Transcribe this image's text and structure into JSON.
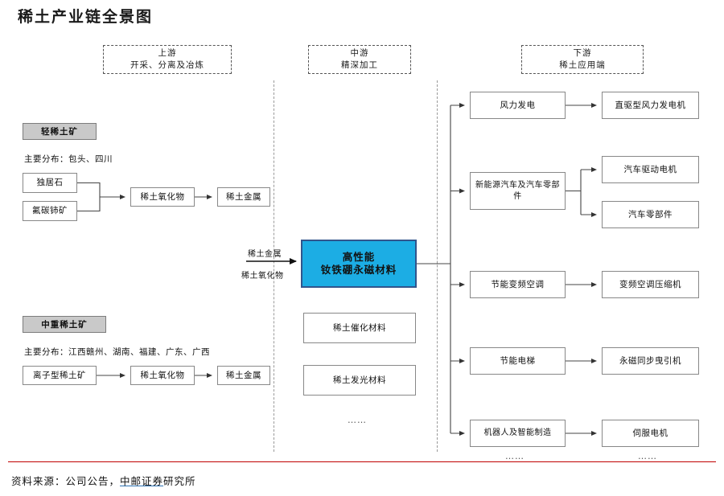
{
  "title": "稀土产业链全景图",
  "sections": [
    {
      "name": "upstream",
      "line1": "上游",
      "line2": "开采、分离及冶炼"
    },
    {
      "name": "midstream",
      "line1": "中游",
      "line2": "精深加工"
    },
    {
      "name": "downstream",
      "line1": "下游",
      "line2": "稀土应用端"
    }
  ],
  "upstream": {
    "light": {
      "badge": "轻稀土矿",
      "distribution_label": "主要分布：",
      "distribution_value": "包头、四川",
      "distribution_full": "主要分布：包头、四川",
      "ores": [
        "独居石",
        "氟碳铈矿"
      ],
      "oxide": "稀土氧化物",
      "metal": "稀土金属"
    },
    "heavy": {
      "badge": "中重稀土矿",
      "distribution_label": "主要分布：",
      "distribution_value": "江西赣州、湖南、福建、广东、广西",
      "distribution_full": "主要分布：江西赣州、湖南、福建、广东、广西",
      "ores": [
        "离子型稀土矿"
      ],
      "oxide": "稀土氧化物",
      "metal": "稀土金属"
    }
  },
  "midstream": {
    "feed_top": "稀土金属",
    "feed_bottom": "稀土氧化物",
    "highlight": {
      "line1": "高性能",
      "line2": "钕铁硼永磁材料"
    },
    "materials": [
      "稀土催化材料",
      "稀土发光材料"
    ],
    "ellipsis": "……"
  },
  "downstream": {
    "applications": [
      {
        "app": "风力发电",
        "products": [
          "直驱型风力发电机"
        ]
      },
      {
        "app": "新能源汽车及汽车零部件",
        "products": [
          "汽车驱动电机",
          "汽车零部件"
        ]
      },
      {
        "app": "节能变频空调",
        "products": [
          "变频空调压缩机"
        ]
      },
      {
        "app": "节能电梯",
        "products": [
          "永磁同步曳引机"
        ]
      },
      {
        "app": "机器人及智能制造",
        "products": [
          "伺服电机"
        ]
      }
    ],
    "ellipsis_app": "……",
    "ellipsis_product": "……"
  },
  "footer": {
    "prefix": "资料来源：公司公告，",
    "source_highlight": "中邮证券",
    "suffix": "研究所"
  },
  "colors": {
    "highlight_fill": "#1CADE4",
    "highlight_border": "#31558C",
    "badge_fill": "#c9c9c9",
    "box_border": "#888888",
    "divider": "#9a9a9a",
    "footer_rule": "#c00000",
    "spellcheck_underline": "#2e74b5"
  }
}
